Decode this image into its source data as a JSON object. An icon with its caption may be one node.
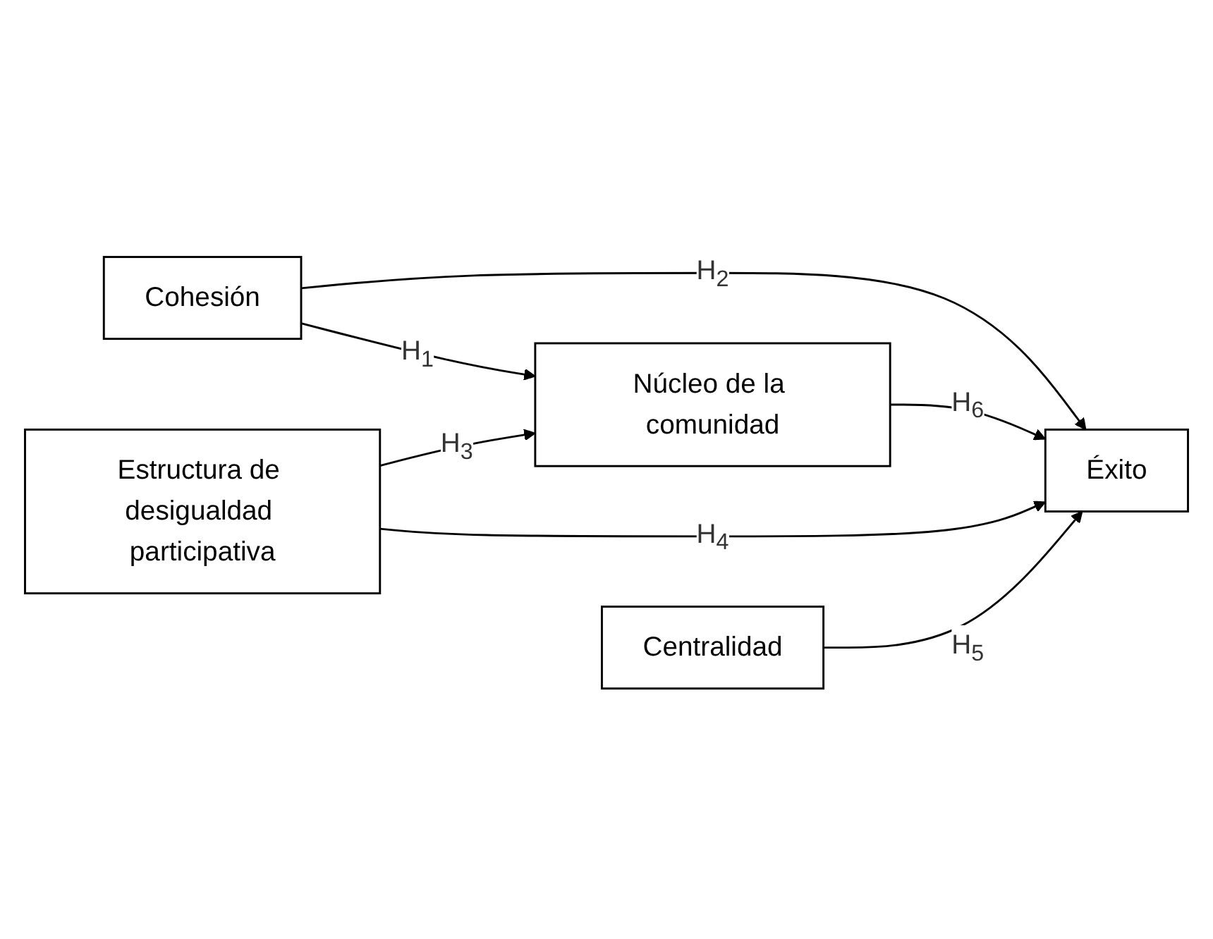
{
  "diagram": {
    "nodes": [
      {
        "text": [
          "Cohesión"
        ]
      },
      {
        "text": [
          "Núcleo de la comunidad"
        ]
      },
      {
        "text": [
          "Éxito"
        ]
      },
      {
        "text": [
          "Estructura de desigualdad participativa"
        ]
      },
      {
        "text": [
          "Centralidad"
        ]
      }
    ],
    "edges": [
      {
        "from": 0,
        "to": 1,
        "arrow": "to",
        "label": "H$_{1}$"
      },
      {
        "from": 0,
        "to": 2,
        "arrow": "to",
        "label": "H$_{2}$"
      },
      {
        "from": 1,
        "to": 2,
        "arrow": "to",
        "label": "H$_{6}$"
      },
      {
        "from": 3,
        "to": 1,
        "arrow": "to",
        "label": "H$_{3}$"
      },
      {
        "from": 3,
        "to": 2,
        "arrow": "to",
        "label": "H$_{4}$"
      },
      {
        "from": 4,
        "to": 2,
        "arrow": "to",
        "label": "H$_{5}$"
      }
    ]
  }
}
